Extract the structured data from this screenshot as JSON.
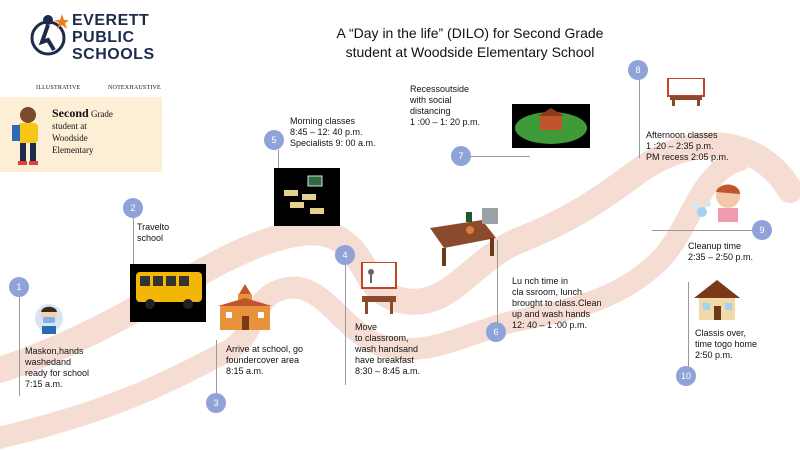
{
  "logo": {
    "line1": "EVERETT",
    "line2": "PUBLIC",
    "line3": "SCHOOLS"
  },
  "title": {
    "line1": "A “Day in the life” (DILO) for  Second  Grade",
    "line2": "student  at Woodside      Elementary       School"
  },
  "labels": {
    "illustrative": "ILLUSTRATIVE",
    "nonexhaustive": "NOTEXHAUSTIVE"
  },
  "student": {
    "big": "Second",
    "rest1": "Grade",
    "rest2": "student     at",
    "rest3": "Woodside",
    "rest4": "Elementary"
  },
  "steps": [
    {
      "n": "1",
      "text": [
        "Maskon,hands",
        "washedand",
        "ready   for   school",
        "7:15      a.m."
      ]
    },
    {
      "n": "2",
      "text": [
        "Travelto",
        "school"
      ]
    },
    {
      "n": "3",
      "text": [
        "Arrive    at school,     go",
        "foundercover             area",
        "8:15        a.m."
      ]
    },
    {
      "n": "4",
      "text": [
        "Move",
        "to  classroom,",
        "wash  handsand",
        "have      breakfast",
        "8:30     –  8:45    a.m."
      ]
    },
    {
      "n": "5",
      "text": [
        "Morning       classes",
        "8:45   – 12:  40  p.m.",
        "Specialists          9:  00  a.m."
      ]
    },
    {
      "n": "6",
      "text": [
        "Lu  nch  time    in",
        "cla  ssroom,      lunch",
        "brought        to class.Clean",
        "up    and    wash   hands",
        "12:  40   –  1 :00     p.m."
      ]
    },
    {
      "n": "7",
      "text": [
        "Recessoutside",
        "with   social",
        "distancing",
        "1 :00  –  1:  20  p.m."
      ]
    },
    {
      "n": "8",
      "text": [
        "Afternoon        classes",
        "1 :20  –   2:35     p.m.",
        "PM recess 2:05 p.m."
      ]
    },
    {
      "n": "9",
      "text": [
        "Cleanup        time",
        "2:35    –  2:50      p.m."
      ]
    },
    {
      "n": "10",
      "text": [
        "Classis       over,",
        "time  togo       home",
        "2:50     p.m."
      ]
    }
  ],
  "colors": {
    "road": "#f6ddd3",
    "marker": "#8fa3d8",
    "box": "#fcefd6",
    "navy": "#1c2b4a",
    "orange": "#f07c22"
  }
}
